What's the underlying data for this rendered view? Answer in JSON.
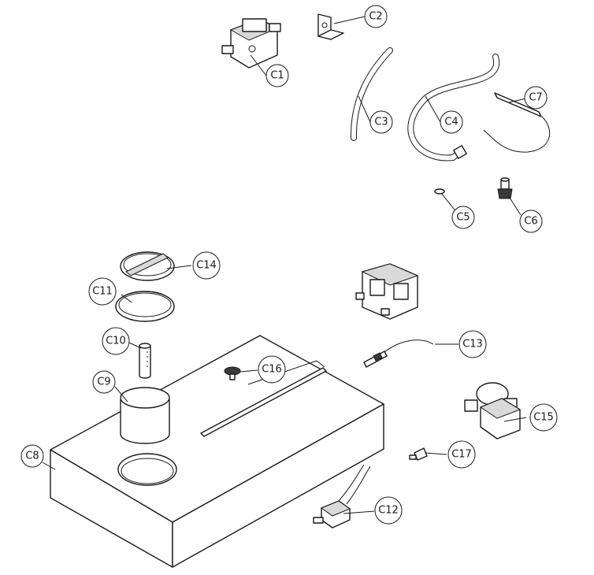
{
  "callouts": [
    {
      "id": "C1",
      "label": "C1"
    },
    {
      "id": "C2",
      "label": "C2"
    },
    {
      "id": "C3",
      "label": "C3"
    },
    {
      "id": "C4",
      "label": "C4"
    },
    {
      "id": "C5",
      "label": "C5"
    },
    {
      "id": "C6",
      "label": "C6"
    },
    {
      "id": "C7",
      "label": "C7"
    },
    {
      "id": "C8",
      "label": "C8"
    },
    {
      "id": "C9",
      "label": "C9"
    },
    {
      "id": "C10",
      "label": "C10"
    },
    {
      "id": "C11",
      "label": "C11"
    },
    {
      "id": "C12",
      "label": "C12"
    },
    {
      "id": "C13",
      "label": "C13"
    },
    {
      "id": "C14",
      "label": "C14"
    },
    {
      "id": "C15",
      "label": "C15"
    },
    {
      "id": "C16",
      "label": "C16"
    },
    {
      "id": "C17",
      "label": "C17"
    }
  ]
}
